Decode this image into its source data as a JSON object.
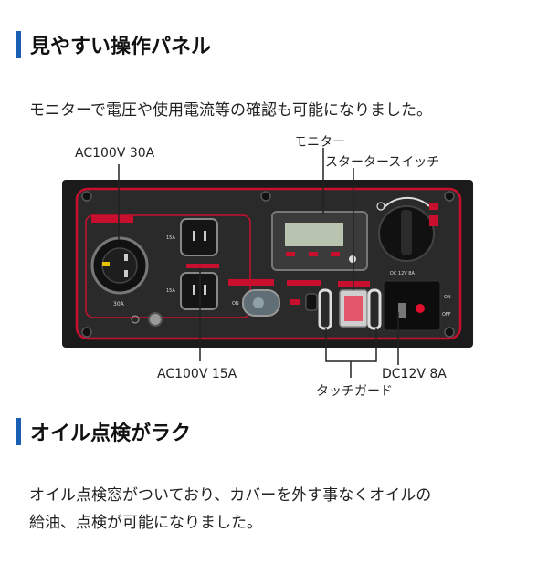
{
  "section1": {
    "title": "見やすい操作パネル",
    "description": "モニターで電圧や使用電流等の確認も可能になりました。"
  },
  "figure": {
    "labels": {
      "outlet_30a": "AC100V 30A",
      "monitor": "モニター",
      "starter_switch": "スタータースイッチ",
      "outlet_15a": "AC100V 15A",
      "dc_output": "DC12V 8A",
      "touch_guard": "タッチガード"
    },
    "panel_text": {
      "outlet_30a_rating": "30A",
      "outlet_15a_top": "15A",
      "outlet_15a_bottom": "15A",
      "on": "ON",
      "off": "OFF",
      "dc_rating": "DC 12V 8A"
    }
  },
  "section2": {
    "title": "オイル点検がラク",
    "description_line1": "オイル点検窓がついており、カバーを外す事なくオイルの",
    "description_line2": "給油、点検が可能になりました。"
  }
}
